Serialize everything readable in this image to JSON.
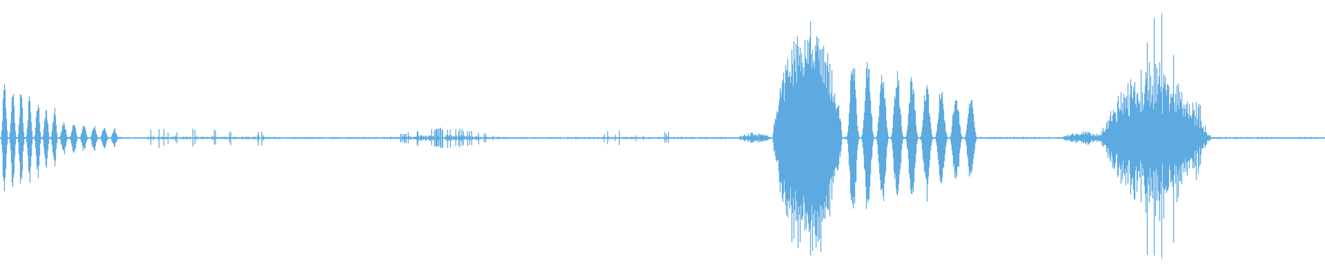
{
  "waveform": {
    "color": "#5DAAE0",
    "amplitude_range": [
      -1,
      1
    ],
    "baseline_amplitude": 0.006,
    "segments": [
      {
        "t_start": 0.0,
        "t_end": 0.044,
        "peak": 0.52,
        "pattern": "pulses",
        "pulses": 7
      },
      {
        "t_start": 0.044,
        "t_end": 0.09,
        "peak": 0.16,
        "pattern": "pulses",
        "pulses": 6
      },
      {
        "t_start": 0.11,
        "t_end": 0.2,
        "peak": 0.08,
        "pattern": "sparse"
      },
      {
        "t_start": 0.29,
        "t_end": 0.38,
        "peak": 0.08,
        "pattern": "cluster"
      },
      {
        "t_start": 0.455,
        "t_end": 0.51,
        "peak": 0.06,
        "pattern": "sparse"
      },
      {
        "t_start": 0.555,
        "t_end": 0.583,
        "peak": 0.05,
        "pattern": "noise"
      },
      {
        "t_start": 0.583,
        "t_end": 0.638,
        "peak": 1.0,
        "pattern": "burst"
      },
      {
        "t_start": 0.638,
        "t_end": 0.738,
        "peak": 0.75,
        "pattern": "pulses",
        "pulses": 9
      },
      {
        "t_start": 0.8,
        "t_end": 0.835,
        "peak": 0.06,
        "pattern": "noise"
      },
      {
        "t_start": 0.827,
        "t_end": 0.915,
        "peak": 0.98,
        "pattern": "spiky"
      }
    ]
  }
}
